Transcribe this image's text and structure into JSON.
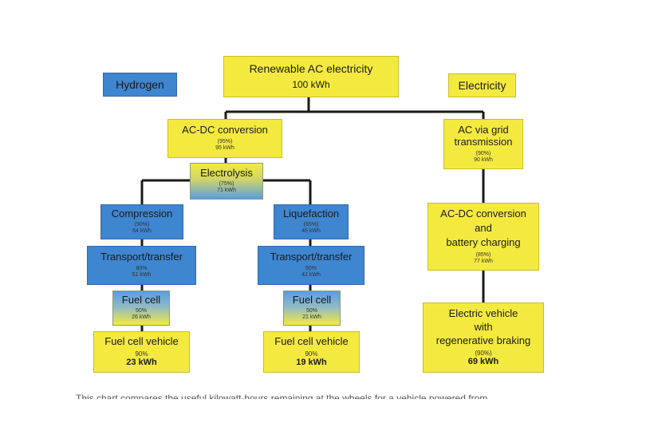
{
  "legend": {
    "hydrogen": "Hydrogen",
    "electricity": "Electricity"
  },
  "nodes": {
    "source": {
      "title": "Renewable AC electricity",
      "energy": "100 kWh"
    },
    "acdc_h": {
      "title": "AC-DC conversion",
      "efficiency": "(95%)",
      "energy": "95 kWh"
    },
    "electrolysis": {
      "title": "Electrolysis",
      "efficiency": "(75%)",
      "energy": "71 kWh"
    },
    "compression": {
      "title": "Compression",
      "efficiency": "(90%)",
      "energy": "64 kWh"
    },
    "liquefaction": {
      "title": "Liquefaction",
      "efficiency": "(65%)",
      "energy": "46 kWh"
    },
    "transport_l": {
      "title": "Transport/transfer",
      "efficiency": "80%",
      "energy": "51 kWh"
    },
    "transport_r": {
      "title": "Transport/transfer",
      "efficiency": "90%",
      "energy": "42 kWh"
    },
    "fuelcell_l": {
      "title": "Fuel cell",
      "efficiency": "50%",
      "energy": "26 kWh"
    },
    "fuelcell_r": {
      "title": "Fuel cell",
      "efficiency": "50%",
      "energy": "21 kWh"
    },
    "fcv_l": {
      "title": "Fuel cell vehicle",
      "efficiency": "90%",
      "energy": "23 kWh"
    },
    "fcv_r": {
      "title": "Fuel cell vehicle",
      "efficiency": "90%",
      "energy": "19 kWh"
    },
    "grid": {
      "title_line1": "AC via grid",
      "title_line2": "transmission",
      "efficiency": "(90%)",
      "energy": "90 kWh"
    },
    "battery": {
      "line1": "AC-DC conversion",
      "line2": "and",
      "line3": "battery charging",
      "efficiency": "(85%)",
      "energy": "77 kWh"
    },
    "ev": {
      "line1": "Electric vehicle",
      "line2": "with",
      "line3": "regenerative braking",
      "efficiency": "(90%)",
      "energy": "69 kWh"
    }
  },
  "caption": "This chart compares the useful kilowatt-hours remaining at the wheels for a vehicle powered from"
}
